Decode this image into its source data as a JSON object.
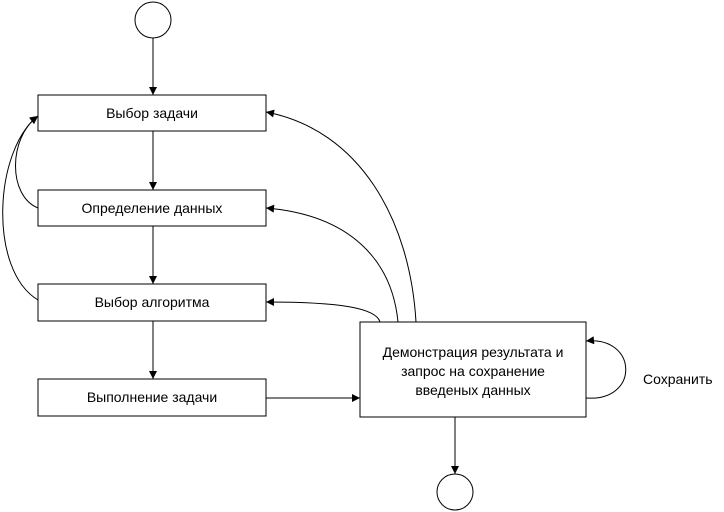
{
  "nodes": {
    "choose_task": "Выбор задачи",
    "define_data": "Определение данных",
    "choose_algorithm": "Выбор алгоритма",
    "execute_task": "Выполнение задачи",
    "result_line1": "Демонстрация результата и",
    "result_line2": "запрос на сохранение",
    "result_line3": "введеных данных"
  },
  "edges": {
    "save_label": "Сохранить"
  }
}
